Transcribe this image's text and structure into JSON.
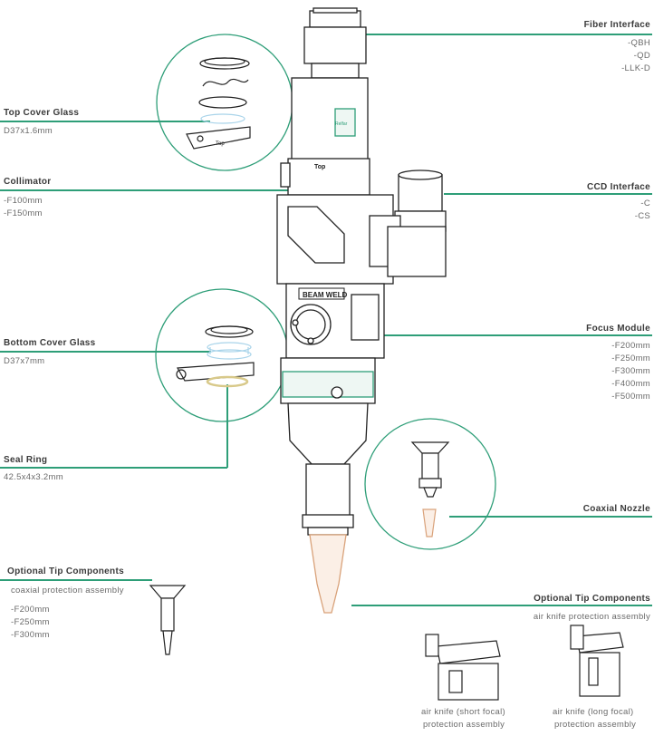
{
  "labels": {
    "fiber_interface": {
      "title": "Fiber Interface",
      "options": [
        "-QBH",
        "-QD",
        "-LLK-D"
      ]
    },
    "top_cover_glass": {
      "title": "Top Cover Glass",
      "spec": "D37x1.6mm"
    },
    "collimator": {
      "title": "Collimator",
      "options": [
        "-F100mm",
        "-F150mm"
      ]
    },
    "ccd_interface": {
      "title": "CCD Interface",
      "options": [
        "-C",
        "-CS"
      ]
    },
    "bottom_cover_glass": {
      "title": "Bottom Cover Glass",
      "spec": "D37x7mm"
    },
    "focus_module": {
      "title": "Focus Module",
      "options": [
        "-F200mm",
        "-F250mm",
        "-F300mm",
        "-F400mm",
        "-F500mm"
      ]
    },
    "seal_ring": {
      "title": "Seal Ring",
      "spec": "42.5x4x3.2mm"
    },
    "coaxial_nozzle": {
      "title": "Coaxial  Nozzle"
    },
    "optional_tip_left": {
      "title": "Optional Tip Components",
      "subtitle": "coaxial protection assembly",
      "options": [
        "-F200mm",
        "-F250mm",
        "-F300mm"
      ]
    },
    "optional_tip_right": {
      "title": "Optional Tip Components",
      "subtitle": "air knife protection assembly"
    },
    "air_knife_short": {
      "line1": "air knife (short focal)",
      "line2": "protection assembly"
    },
    "air_knife_long": {
      "line1": "air knife (long focal)",
      "line2": "protection assembly"
    }
  },
  "product_text": {
    "brand_plate": "BEAM WELD",
    "top_mark": "Top",
    "logo": "Relfar"
  },
  "colors": {
    "accent_line": "#2e9e78",
    "outline": "#222222",
    "nozzle_copper": "#d9a27a",
    "seal_gold": "#d8c98a",
    "glass_blue": "#a9d4ea"
  }
}
